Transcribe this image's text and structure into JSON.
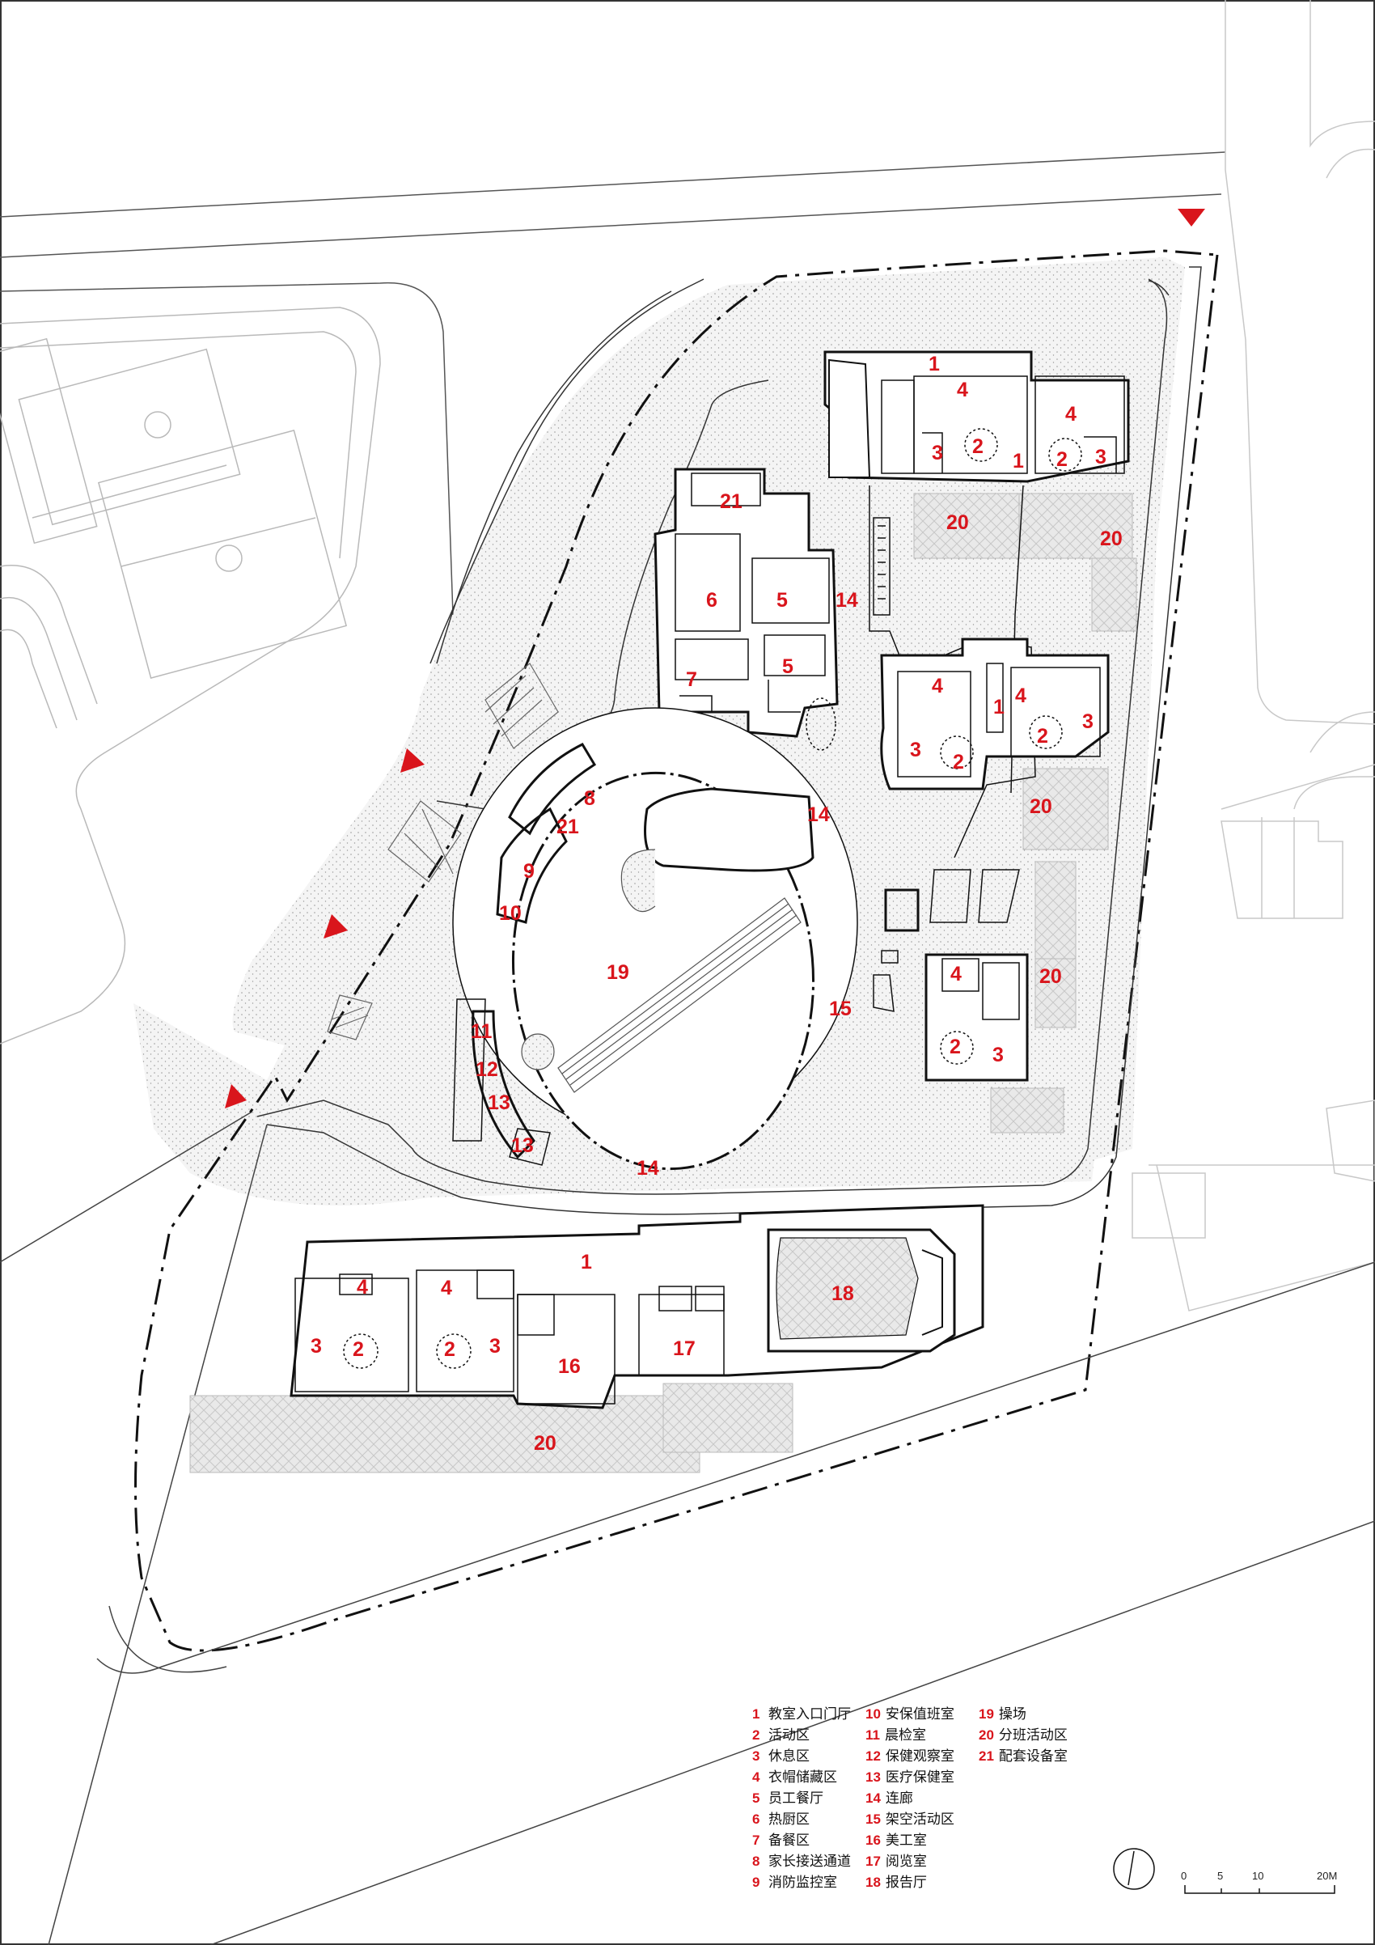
{
  "room_labels": [
    {
      "id": "a1",
      "text": "1"
    },
    {
      "id": "a4",
      "text": "4"
    },
    {
      "id": "a3",
      "text": "3"
    },
    {
      "id": "a2",
      "text": "2"
    },
    {
      "id": "a1b",
      "text": "1"
    },
    {
      "id": "a2b",
      "text": "2"
    },
    {
      "id": "a4b",
      "text": "4"
    },
    {
      "id": "a3b",
      "text": "3"
    },
    {
      "id": "b21",
      "text": "21"
    },
    {
      "id": "b6",
      "text": "6"
    },
    {
      "id": "b5",
      "text": "5"
    },
    {
      "id": "b14",
      "text": "14"
    },
    {
      "id": "b7",
      "text": "7"
    },
    {
      "id": "b5b",
      "text": "5"
    },
    {
      "id": "c20a",
      "text": "20"
    },
    {
      "id": "c20b",
      "text": "20"
    },
    {
      "id": "d4",
      "text": "4"
    },
    {
      "id": "d1",
      "text": "1"
    },
    {
      "id": "d4b",
      "text": "4"
    },
    {
      "id": "d3",
      "text": "3"
    },
    {
      "id": "d3b",
      "text": "3"
    },
    {
      "id": "d2",
      "text": "2"
    },
    {
      "id": "d2b",
      "text": "2"
    },
    {
      "id": "d20",
      "text": "20"
    },
    {
      "id": "e14",
      "text": "14"
    },
    {
      "id": "e8",
      "text": "8"
    },
    {
      "id": "e21",
      "text": "21"
    },
    {
      "id": "e9",
      "text": "9"
    },
    {
      "id": "e10",
      "text": "10"
    },
    {
      "id": "e19",
      "text": "19"
    },
    {
      "id": "e15",
      "text": "15"
    },
    {
      "id": "f4",
      "text": "4"
    },
    {
      "id": "f20",
      "text": "20"
    },
    {
      "id": "f2",
      "text": "2"
    },
    {
      "id": "f3",
      "text": "3"
    },
    {
      "id": "g11",
      "text": "11"
    },
    {
      "id": "g12",
      "text": "12"
    },
    {
      "id": "g13",
      "text": "13"
    },
    {
      "id": "g13b",
      "text": "13"
    },
    {
      "id": "g14",
      "text": "14"
    },
    {
      "id": "h1",
      "text": "1"
    },
    {
      "id": "h4",
      "text": "4"
    },
    {
      "id": "h4b",
      "text": "4"
    },
    {
      "id": "h3",
      "text": "3"
    },
    {
      "id": "h2",
      "text": "2"
    },
    {
      "id": "h2b",
      "text": "2"
    },
    {
      "id": "h3b",
      "text": "3"
    },
    {
      "id": "h16",
      "text": "16"
    },
    {
      "id": "h17",
      "text": "17"
    },
    {
      "id": "h18",
      "text": "18"
    },
    {
      "id": "h20",
      "text": "20"
    }
  ],
  "legend": [
    [
      {
        "n": "1",
        "label": "教室入口门厅"
      },
      {
        "n": "2",
        "label": "活动区"
      },
      {
        "n": "3",
        "label": "休息区"
      },
      {
        "n": "4",
        "label": "衣帽储藏区"
      },
      {
        "n": "5",
        "label": "员工餐厅"
      },
      {
        "n": "6",
        "label": "热厨区"
      },
      {
        "n": "7",
        "label": "备餐区"
      },
      {
        "n": "8",
        "label": "家长接送通道"
      },
      {
        "n": "9",
        "label": "消防监控室"
      }
    ],
    [
      {
        "n": "10",
        "label": "安保值班室"
      },
      {
        "n": "11",
        "label": "晨检室"
      },
      {
        "n": "12",
        "label": "保健观察室"
      },
      {
        "n": "13",
        "label": "医疗保健室"
      },
      {
        "n": "14",
        "label": "连廊"
      },
      {
        "n": "15",
        "label": "架空活动区"
      },
      {
        "n": "16",
        "label": "美工室"
      },
      {
        "n": "17",
        "label": "阅览室"
      },
      {
        "n": "18",
        "label": "报告厅"
      }
    ],
    [
      {
        "n": "19",
        "label": "操场"
      },
      {
        "n": "20",
        "label": "分班活动区"
      },
      {
        "n": "21",
        "label": "配套设备室"
      }
    ]
  ],
  "scale": {
    "ticks": [
      "0",
      "5",
      "10",
      "20M"
    ]
  },
  "colors": {
    "label": "#d9151c",
    "entrance": "#d9151c",
    "line": "#111111",
    "hatch": "#e6e6e6"
  }
}
